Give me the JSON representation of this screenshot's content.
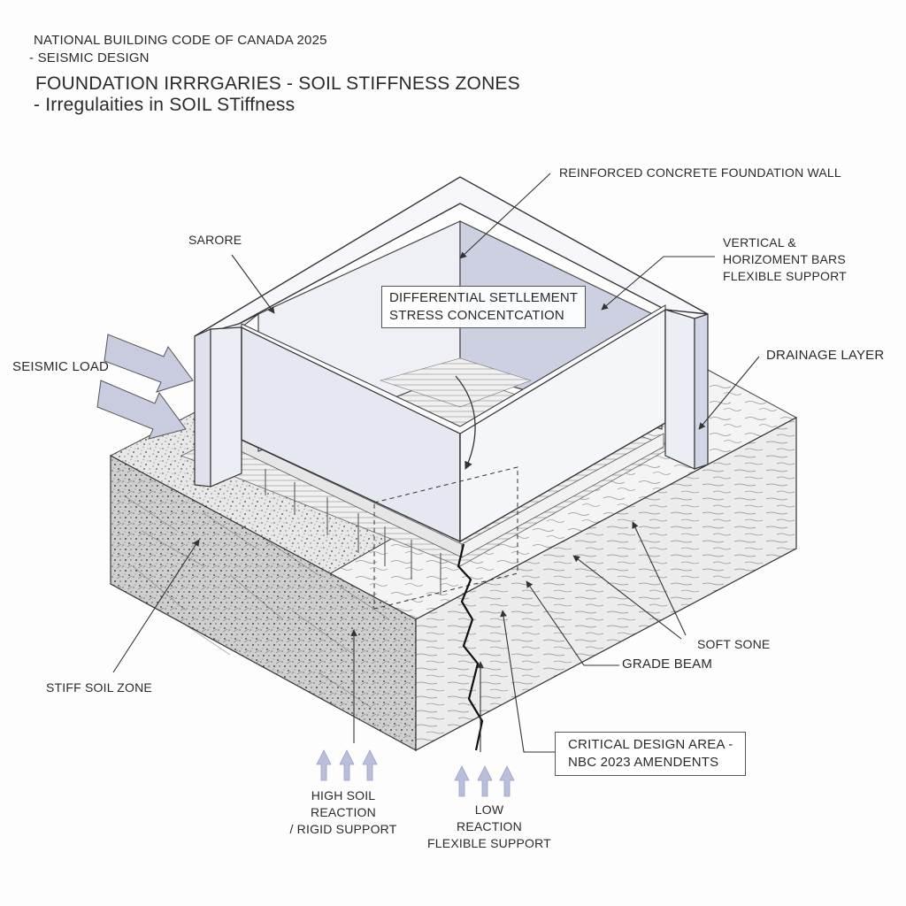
{
  "header": {
    "line1": "NATIONAL BUILDING CODE OF CANADA 2025",
    "line2": "- SEISMIC DESIGN",
    "title1": "FOUNDATION IRRRGARIES - SOIL STIFFNESS ZONES",
    "title2": "- Irregulaities in SOIL STiffness"
  },
  "labels": {
    "reinforced_wall": "REINFORCED CONCRETE FOUNDATION WALL",
    "sarore": "SARORE",
    "vertical_bars": [
      "VERTICAL &",
      "HORIZOMENT BARS",
      "FLEXIBLE SUPPORT"
    ],
    "differential": [
      "DIFFERENTIAL SETLLEMENT",
      "STRESS CONCENTCATION"
    ],
    "seismic_load": "SEISMIC LOAD",
    "drainage_layer": "DRAINAGE LAYER",
    "soft_sone": "SOFT SONE",
    "grade_beam": "GRADE BEAM",
    "stiff_soil": "STIFF SOIL ZONE",
    "critical": [
      "CRITICAL DESIGN AREA -",
      "NBC 2023 AMENDENTS"
    ],
    "high_soil": [
      "HIGH SOIL",
      "REACTION",
      "/ RIGID SUPPORT"
    ],
    "low_reaction": [
      "LOW",
      "REACTION",
      "FLEXIBLE SUPPORT"
    ]
  },
  "colors": {
    "line": "#333333",
    "wall_face": "#e9ebf3",
    "wall_shade": "#cfd2e1",
    "arrow_fill": "#c9ccdf",
    "reaction_arrow": "#b9bedb"
  }
}
